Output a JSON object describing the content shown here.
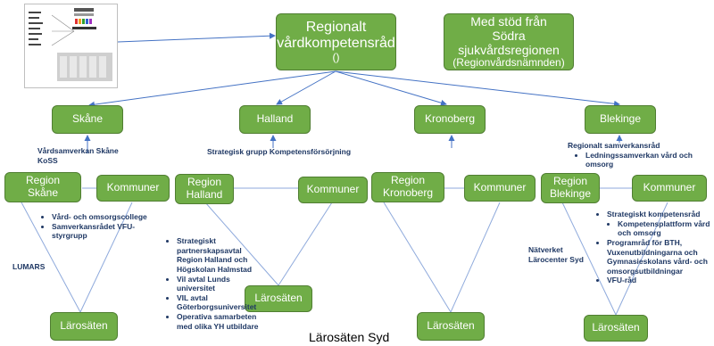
{
  "top": {
    "regional": {
      "line1": "Regionalt",
      "line2": "vårdkompetensråd",
      "line3": "()"
    },
    "support": {
      "line1": "Med stöd från",
      "line2": "Södra",
      "line3": "sjukvårdsregionen",
      "line4": "(Regionvårdsnämnden)"
    }
  },
  "regions": {
    "skane": "Skåne",
    "halland": "Halland",
    "kronoberg": "Kronoberg",
    "blekinge": "Blekinge"
  },
  "cells": {
    "region_skane": {
      "line1": "Region",
      "line2": "Skåne"
    },
    "region_halland": {
      "line1": "Region",
      "line2": "Halland"
    },
    "region_kronoberg": {
      "line1": "Region",
      "line2": "Kronoberg"
    },
    "region_blekinge": {
      "line1": "Region",
      "line2": "Blekinge"
    },
    "kommuner": "Kommuner",
    "larosaten": "Lärosäten"
  },
  "notes": {
    "skane_top": {
      "line1": "Vårdsamverkan Skåne",
      "line2": "KoSS"
    },
    "skane_bullets": [
      "Vård- och omsorgscollege",
      "Samverkansrådet VFU-styrgrupp"
    ],
    "lumars": "LUMARS",
    "halland_top": "Strategisk grupp Kompetensförsörjning",
    "halland_bullets": [
      "Strategiskt partnerskapsavtal Region Halland och Högskolan Halmstad",
      "Vil avtal Lunds universitet",
      "VIL avtal Göterborgsuniversitet",
      "Operativa samarbeten med olika YH utbildare"
    ],
    "blekinge_top": "Regionalt samverkansråd",
    "blekinge_top_bullet": "Ledningssamverkan vård och omsorg",
    "blekinge_kom_heading": "Strategiskt kompetensråd",
    "blekinge_kom_sub": "Kompetensplattform vård och omsorg",
    "blekinge_kom_bullets": [
      "Programråd för BTH, Vuxenutbildningarna och Gymnasieskolans vård- och omsorgsutbildningar",
      "VFU-råd"
    ],
    "natverket": {
      "line1": "Nätverket",
      "line2": "Lärocenter Syd"
    }
  },
  "footer": "Lärosäten Syd",
  "colors": {
    "box_fill": "#70ad47",
    "box_border": "#507e32",
    "arrow": "#4472c4",
    "line": "#8faadc",
    "note_text": "#1f3864"
  }
}
